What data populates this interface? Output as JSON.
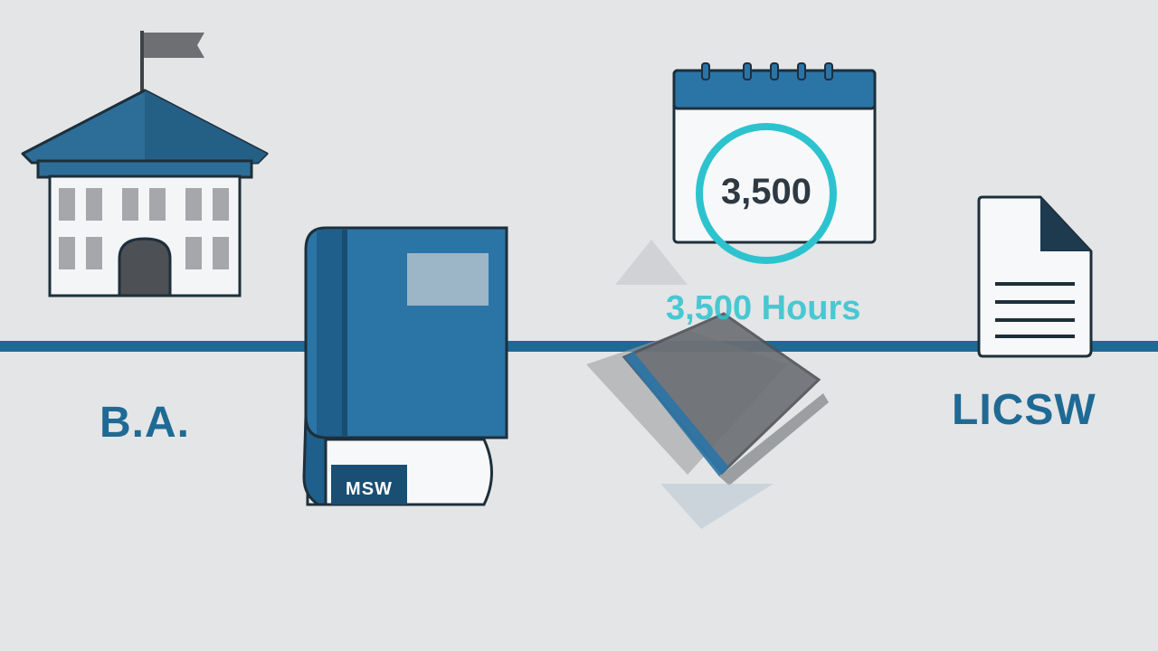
{
  "timeline": {
    "milestones": [
      {
        "id": "ba",
        "label": "B.A.",
        "icon": "university-building-icon"
      },
      {
        "id": "msw",
        "label": "MSW",
        "icon": "book-icon"
      },
      {
        "id": "hours",
        "label": "3,500 Hours",
        "calendar_value": "3,500",
        "icon": "calendar-icon"
      },
      {
        "id": "licsw",
        "label": "LICSW",
        "icon": "document-icon"
      }
    ]
  },
  "colors": {
    "background": "#e4e5e6",
    "primary_blue": "#1f6a95",
    "accent_teal": "#2cc3cf",
    "outline": "#1d2f3b",
    "gray": "#6d6f72"
  }
}
